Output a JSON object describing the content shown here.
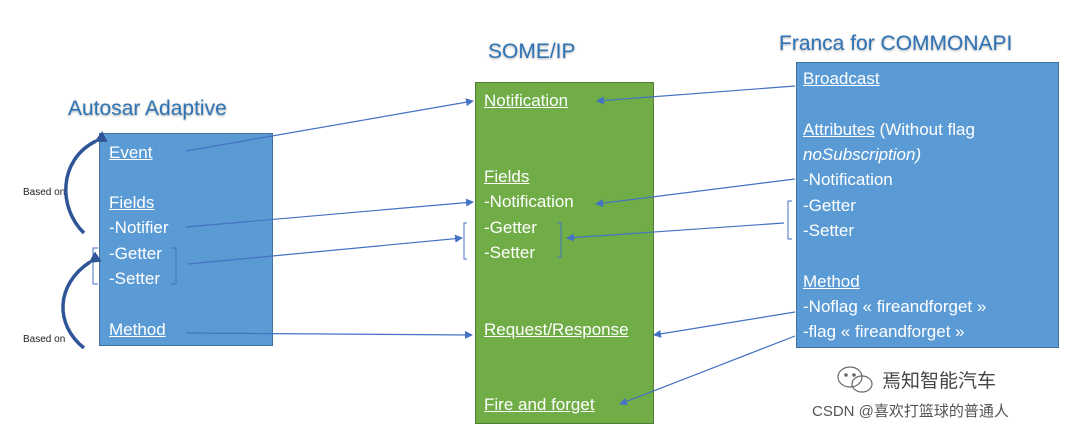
{
  "titles": {
    "autosar": "Autosar Adaptive",
    "someip": "SOME/IP",
    "franca": "Franca for COMMONAPI"
  },
  "autosar": {
    "event": "Event",
    "fields": "Fields",
    "notifier": "-Notifier",
    "getter": "-Getter",
    "setter": "-Setter",
    "method": "Method"
  },
  "someip": {
    "notification": "Notification",
    "fields": "Fields",
    "field_notification": "-Notification",
    "getter": "-Getter",
    "setter": "-Setter",
    "request_response": "Request/Response",
    "fire_and_forget": "Fire and forget"
  },
  "franca": {
    "broadcast": "Broadcast",
    "attributes": "Attributes",
    "attributes_note_1": " (Without flag",
    "attributes_note_2": "noSubscription)",
    "notification": "-Notification",
    "getter": "-Getter",
    "setter": "-Setter",
    "method": "Method",
    "noflag": "-Noflag « fireandforget »",
    "flag": "-flag « fireandforget »"
  },
  "annotations": {
    "based_on_1": "Based on",
    "based_on_2": "Based on"
  },
  "watermark": {
    "account": "焉知智能汽车",
    "csdn": "CSDN @喜欢打篮球的普通人"
  },
  "colors": {
    "autosar_box": "#5b9bd5",
    "someip_box": "#70ad47",
    "franca_box": "#5b9bd5",
    "arrow": "#4472c4",
    "title": "#2e74b5"
  }
}
